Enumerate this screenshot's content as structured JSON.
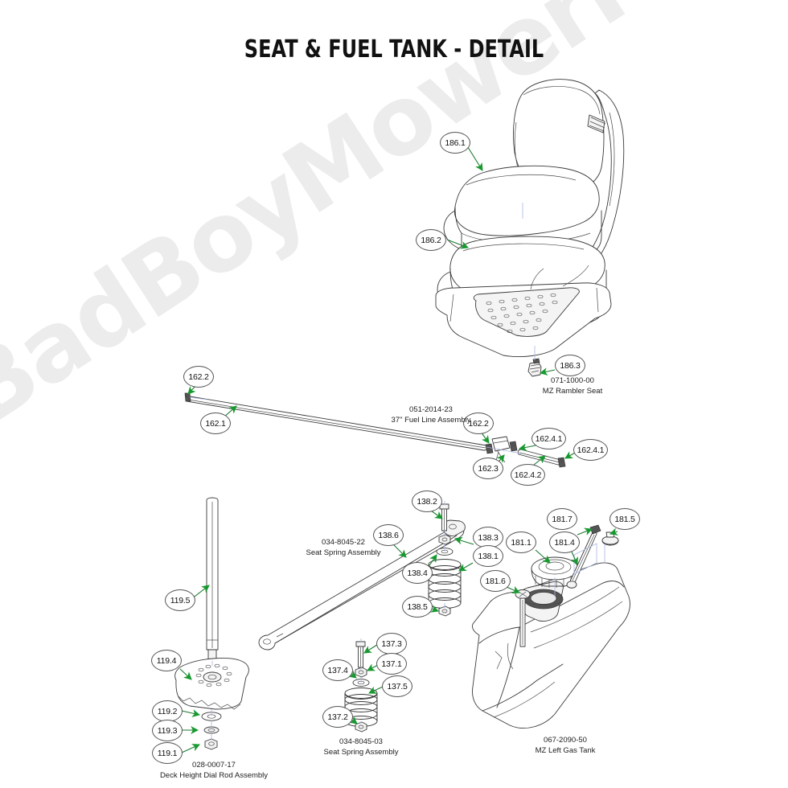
{
  "page": {
    "title": "SEAT & FUEL TANK - DETAIL",
    "watermark": "BadBoyMowerParts.com",
    "background_color": "#ffffff",
    "callout_color": "#ffffff",
    "leader_color": "#17992f",
    "line_color": "#3a3a3a"
  },
  "assemblies": [
    {
      "key": "seat",
      "part_number": "071-1000-00",
      "description": "MZ Rambler Seat",
      "callouts": [
        "186.1",
        "186.2",
        "186.3"
      ]
    },
    {
      "key": "fuel_line",
      "part_number": "051-2014-23",
      "description": "37\" Fuel Line Assembly",
      "callouts": [
        "162.2",
        "162.1",
        "162.2",
        "162.3",
        "162.4.1",
        "162.4.2",
        "162.4.1"
      ]
    },
    {
      "key": "seat_spring_upper",
      "part_number": "034-8045-22",
      "description": "Seat Spring Assembly",
      "callouts": [
        "138.2",
        "138.6",
        "138.3",
        "138.1",
        "138.4",
        "138.5"
      ]
    },
    {
      "key": "seat_spring_lower",
      "part_number": "034-8045-03",
      "description": "Seat Spring Assembly",
      "callouts": [
        "137.3",
        "137.1",
        "137.4",
        "137.5",
        "137.2"
      ]
    },
    {
      "key": "deck_height_rod",
      "part_number": "028-0007-17",
      "description": "Deck Height Dial Rod Assembly",
      "callouts": [
        "119.5",
        "119.4",
        "119.2",
        "119.3",
        "119.1"
      ]
    },
    {
      "key": "gas_tank",
      "part_number": "067-2090-50",
      "description": "MZ Left Gas Tank",
      "callouts": [
        "181.7",
        "181.5",
        "181.1",
        "181.4",
        "181.6"
      ]
    }
  ],
  "callouts": {
    "c1861": "186.1",
    "c1862": "186.2",
    "c1863": "186.3",
    "c1622a": "162.2",
    "c1621": "162.1",
    "c1622b": "162.2",
    "c1623": "162.3",
    "c16241a": "162.4.1",
    "c16242": "162.4.2",
    "c16241b": "162.4.1",
    "c1382": "138.2",
    "c1386": "138.6",
    "c1383": "138.3",
    "c1381": "138.1",
    "c1384": "138.4",
    "c1385": "138.5",
    "c1373": "137.3",
    "c1371": "137.1",
    "c1374": "137.4",
    "c1375": "137.5",
    "c1372": "137.2",
    "c1195": "119.5",
    "c1194": "119.4",
    "c1192": "119.2",
    "c1193": "119.3",
    "c1191": "119.1",
    "c1817": "181.7",
    "c1815": "181.5",
    "c1811": "181.1",
    "c1814": "181.4",
    "c1816": "181.6"
  },
  "labels": {
    "seat": {
      "pn": "071-1000-00",
      "pd": "MZ Rambler Seat"
    },
    "fuel_line": {
      "pn": "051-2014-23",
      "pd": "37\" Fuel Line Assembly"
    },
    "spring_upper": {
      "pn": "034-8045-22",
      "pd": "Seat Spring Assembly"
    },
    "spring_lower": {
      "pn": "034-8045-03",
      "pd": "Seat Spring Assembly"
    },
    "dial_rod": {
      "pn": "028-0007-17",
      "pd": "Deck Height Dial Rod Assembly"
    },
    "gas_tank": {
      "pn": "067-2090-50",
      "pd": "MZ Left Gas Tank"
    }
  }
}
